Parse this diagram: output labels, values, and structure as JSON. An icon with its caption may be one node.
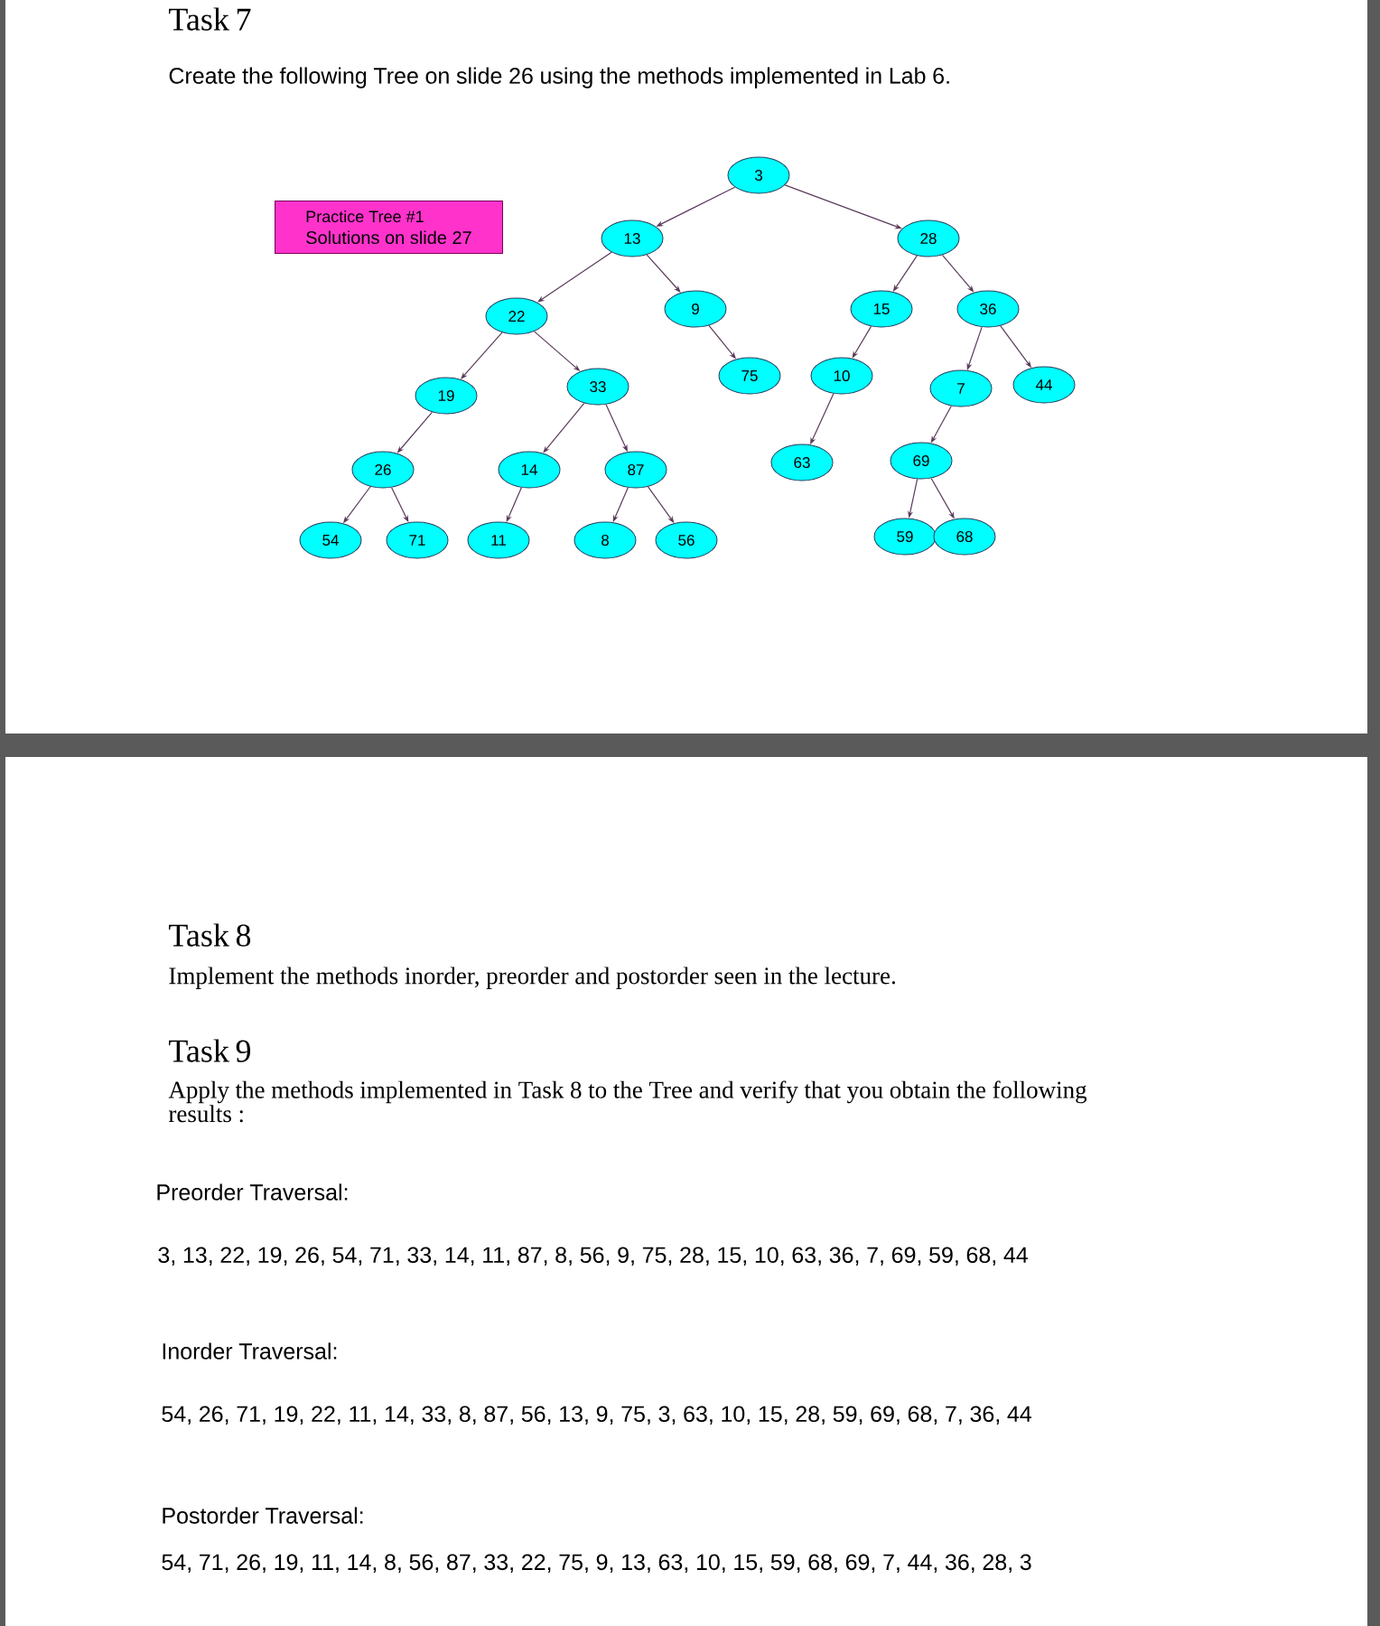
{
  "diagram": {
    "nodes": [
      {
        "text": [
          "Practice Tree #1",
          "Solutions on slide 27"
        ]
      },
      {
        "text": [
          "3"
        ]
      },
      {
        "text": [
          "13"
        ]
      },
      {
        "text": [
          "28"
        ]
      },
      {
        "text": [
          "22"
        ]
      },
      {
        "text": [
          "9"
        ]
      },
      {
        "text": [
          "15"
        ]
      },
      {
        "text": [
          "36"
        ]
      },
      {
        "text": [
          "19"
        ]
      },
      {
        "text": [
          "33"
        ]
      },
      {
        "text": [
          "75"
        ]
      },
      {
        "text": [
          "10"
        ]
      },
      {
        "text": [
          "7"
        ]
      },
      {
        "text": [
          "44"
        ]
      },
      {
        "text": [
          "26"
        ]
      },
      {
        "text": [
          "14"
        ]
      },
      {
        "text": [
          "87"
        ]
      },
      {
        "text": [
          "63"
        ]
      },
      {
        "text": [
          "69"
        ]
      },
      {
        "text": [
          "54"
        ]
      },
      {
        "text": [
          "71"
        ]
      },
      {
        "text": [
          "11"
        ]
      },
      {
        "text": [
          "8"
        ]
      },
      {
        "text": [
          "56"
        ]
      },
      {
        "text": [
          "59"
        ]
      },
      {
        "text": [
          "68"
        ]
      }
    ],
    "edges": [
      {
        "from": 1,
        "to": 2,
        "arrow": "to"
      },
      {
        "from": 1,
        "to": 3,
        "arrow": "to"
      },
      {
        "from": 2,
        "to": 4,
        "arrow": "to"
      },
      {
        "from": 2,
        "to": 5,
        "arrow": "to"
      },
      {
        "from": 3,
        "to": 6,
        "arrow": "to"
      },
      {
        "from": 3,
        "to": 7,
        "arrow": "to"
      },
      {
        "from": 4,
        "to": 8,
        "arrow": "to"
      },
      {
        "from": 4,
        "to": 9,
        "arrow": "to"
      },
      {
        "from": 5,
        "to": 10,
        "arrow": "to"
      },
      {
        "from": 6,
        "to": 11,
        "arrow": "to"
      },
      {
        "from": 7,
        "to": 12,
        "arrow": "to"
      },
      {
        "from": 7,
        "to": 13,
        "arrow": "to"
      },
      {
        "from": 8,
        "to": 14,
        "arrow": "to"
      },
      {
        "from": 9,
        "to": 15,
        "arrow": "to"
      },
      {
        "from": 9,
        "to": 16,
        "arrow": "to"
      },
      {
        "from": 11,
        "to": 17,
        "arrow": "to"
      },
      {
        "from": 12,
        "to": 18,
        "arrow": "to"
      },
      {
        "from": 14,
        "to": 19,
        "arrow": "to"
      },
      {
        "from": 14,
        "to": 20,
        "arrow": "to"
      },
      {
        "from": 15,
        "to": 21,
        "arrow": "to"
      },
      {
        "from": 16,
        "to": 22,
        "arrow": "to"
      },
      {
        "from": 16,
        "to": 23,
        "arrow": "to"
      },
      {
        "from": 18,
        "to": 24,
        "arrow": "to"
      },
      {
        "from": 18,
        "to": 25,
        "arrow": "to"
      }
    ],
    "labels": [
      "Task 7",
      "Create the following Tree on slide 26 using the methods implemented in Lab 6.",
      "Task 8",
      "Implement the methods inorder, preorder and postorder seen in the lecture.",
      "Task 9",
      "Apply the methods implemented in Task 8 to the Tree and verify that you obtain the following results :",
      "Preorder Traversal:",
      "3, 13, 22, 19, 26, 54, 71, 33, 14, 11, 87, 8, 56, 9, 75, 28, 15, 10, 63, 36, 7, 69, 59, 68, 44",
      "Inorder Traversal:",
      "54, 26, 71, 19, 22, 11, 14, 33, 8, 87, 56, 13, 9, 75, 3, 63, 10, 15, 28, 59, 69, 68, 7, 36, 44",
      "Postorder Traversal:",
      "54, 71, 26, 19, 11, 14, 8, 56, 87, 33, 22, 75, 9, 13, 63, 10, 15, 59, 68, 69, 7, 44, 36, 28, 3"
    ]
  }
}
